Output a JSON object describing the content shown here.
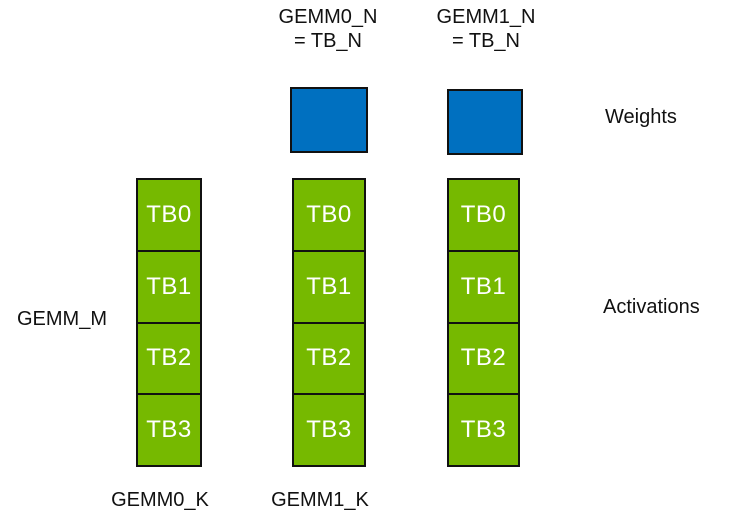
{
  "diagram": {
    "title_context": "GEMM thread-block tiling",
    "top_labels": [
      {
        "line1": "GEMM0_N",
        "line2": "= TB_N"
      },
      {
        "line1": "GEMM1_N",
        "line2": "= TB_N"
      }
    ],
    "side_labels": {
      "weights": "Weights",
      "activations": "Activations",
      "gemm_m": "GEMM_M"
    },
    "bottom_labels": [
      "GEMM0_K",
      "GEMM1_K"
    ],
    "weight_blocks": [
      {
        "name": "gemm0-weight-tile"
      },
      {
        "name": "gemm1-weight-tile"
      }
    ],
    "activation_columns": [
      {
        "cells": [
          "TB0",
          "TB1",
          "TB2",
          "TB3"
        ]
      },
      {
        "cells": [
          "TB0",
          "TB1",
          "TB2",
          "TB3"
        ]
      },
      {
        "cells": [
          "TB0",
          "TB1",
          "TB2",
          "TB3"
        ]
      }
    ],
    "colors": {
      "weights_fill": "#0070C0",
      "activations_fill": "#76B900",
      "outline": "#111111",
      "tb_text": "#FFFFFF",
      "label_text": "#111111"
    }
  }
}
